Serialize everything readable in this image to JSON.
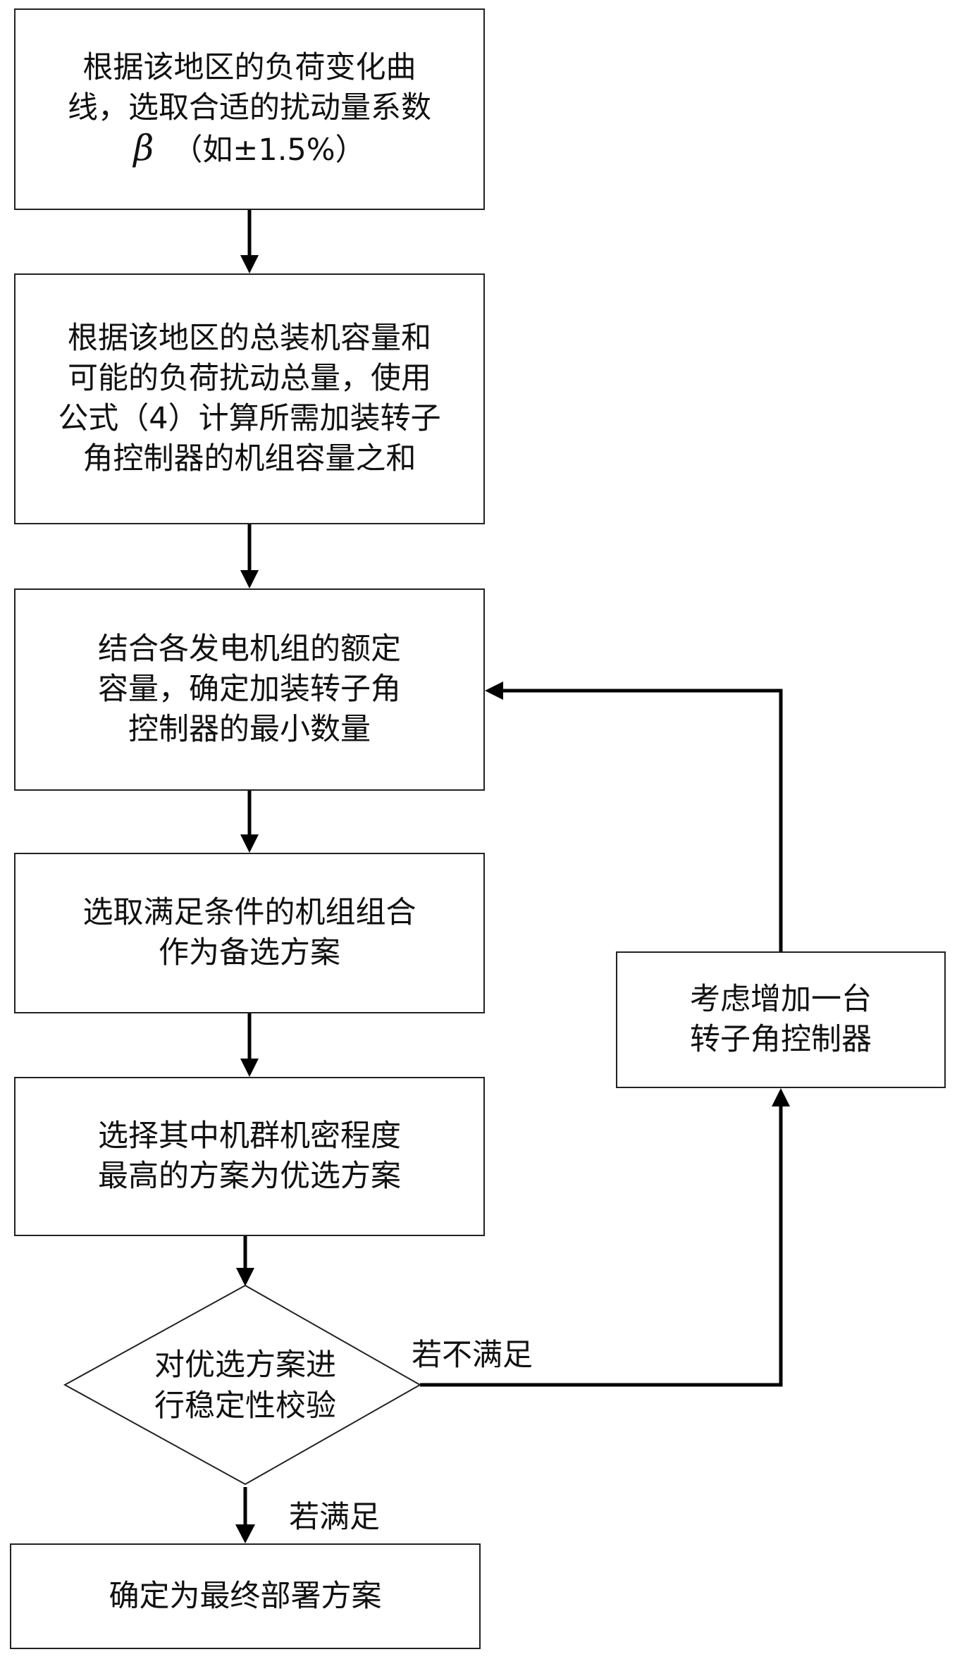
{
  "steps": {
    "step1": {
      "lines": [
        "根据该地区的负荷变化曲",
        "线，选取合适的扰动量系数"
      ],
      "beta_symbol": "β",
      "beta_note": "（如±1.5%）"
    },
    "step2": {
      "lines": [
        "根据该地区的总装机容量和",
        "可能的负荷扰动总量，使用",
        "公式（4）计算所需加装转子",
        "角控制器的机组容量之和"
      ]
    },
    "step3": {
      "lines": [
        "结合各发电机组的额定",
        "容量，确定加装转子角",
        "控制器的最小数量"
      ]
    },
    "step4": {
      "lines": [
        "选取满足条件的机组组合",
        "作为备选方案"
      ]
    },
    "step5": {
      "lines": [
        "选择其中机群机密程度",
        "最高的方案为优选方案"
      ]
    },
    "decision": {
      "lines": [
        "对优选方案进",
        "行稳定性校验"
      ]
    },
    "final": {
      "lines": [
        "确定为最终部署方案"
      ]
    },
    "side": {
      "lines": [
        "考虑增加一台",
        "转子角控制器"
      ]
    }
  },
  "edge_labels": {
    "not_satisfied": "若不满足",
    "satisfied": "若满足"
  }
}
